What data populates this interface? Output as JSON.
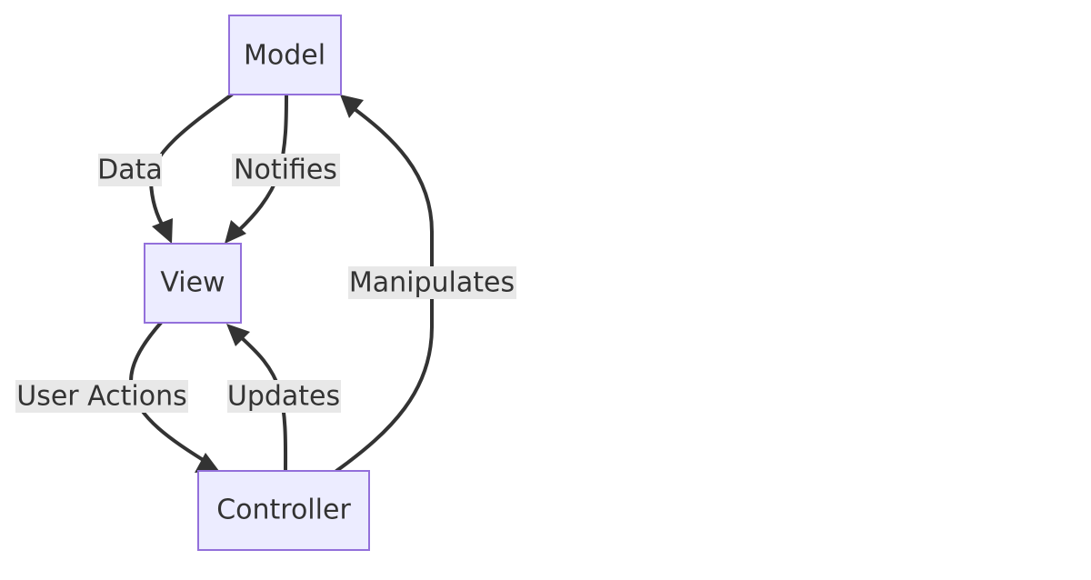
{
  "nodes": {
    "model": "Model",
    "view": "View",
    "controller": "Controller"
  },
  "edges": [
    {
      "from": "Model",
      "to": "View",
      "label": "Data"
    },
    {
      "from": "Model",
      "to": "View",
      "label": "Notifies"
    },
    {
      "from": "View",
      "to": "Controller",
      "label": "User Actions"
    },
    {
      "from": "Controller",
      "to": "View",
      "label": "Updates"
    },
    {
      "from": "Controller",
      "to": "Model",
      "label": "Manipulates"
    }
  ],
  "colors": {
    "node_fill": "#ECECFF",
    "node_stroke": "#9370DB",
    "edge": "#333333",
    "label_background": "#e8e8e8",
    "text": "#333333"
  }
}
